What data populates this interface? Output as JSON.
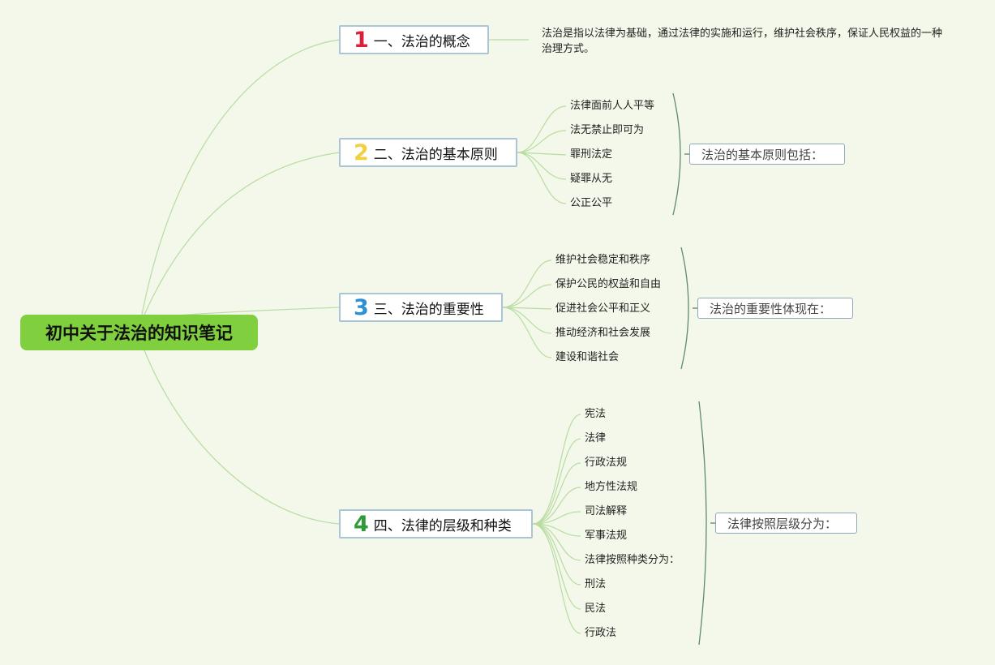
{
  "root": {
    "title": "初中关于法治的知识笔记"
  },
  "branches": [
    {
      "number": "1",
      "label": "一、法治的概念",
      "number_color": "#d9213b",
      "text": "法治是指以法律为基础，通过法律的实施和运行，维护社会秩序，保证人民权益的一种治理方式。"
    },
    {
      "number": "2",
      "label": "二、法治的基本原则",
      "number_color": "#f2cf3d",
      "items": [
        "法律面前人人平等",
        "法无禁止即可为",
        "罪刑法定",
        "疑罪从无",
        "公正公平"
      ],
      "summary": "法治的基本原则包括："
    },
    {
      "number": "3",
      "label": "三、法治的重要性",
      "number_color": "#2e8fd4",
      "items": [
        "维护社会稳定和秩序",
        "保护公民的权益和自由",
        "促进社会公平和正义",
        "推动经济和社会发展",
        "建设和谐社会"
      ],
      "summary": "法治的重要性体现在："
    },
    {
      "number": "4",
      "label": "四、法律的层级和种类",
      "number_color": "#2f9a3a",
      "items": [
        "宪法",
        "法律",
        "行政法规",
        "地方性法规",
        "司法解释",
        "军事法规",
        "法律按照种类分为：",
        "刑法",
        "民法",
        "行政法"
      ],
      "summary": "法律按照层级分为："
    }
  ],
  "colors": {
    "link": "#b8dca2",
    "brace": "#5f8a6c",
    "root_fill": "#7fcf3e",
    "background": "#f3f8ea"
  }
}
